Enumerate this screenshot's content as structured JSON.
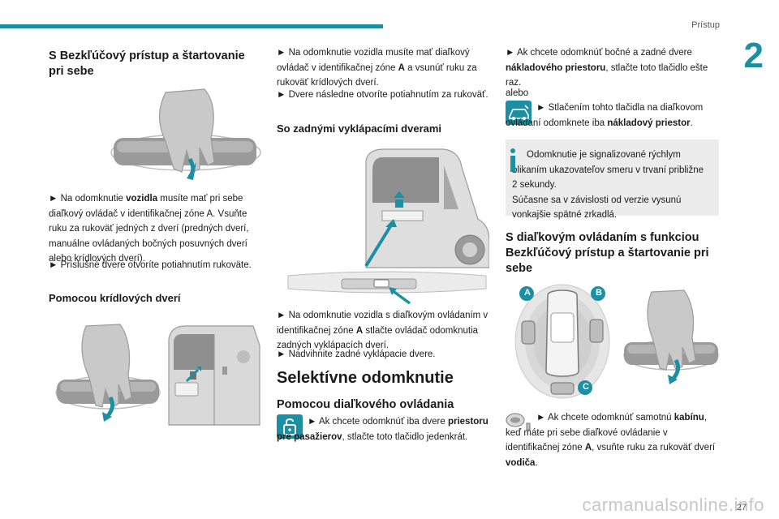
{
  "header": {
    "section": "Prístup",
    "chapter": "2"
  },
  "footer": {
    "page": "27",
    "watermark": "carmanualsonline.info"
  },
  "col1": {
    "heading": "S Bezkľúčový prístup a štartovanie pri sebe",
    "para1_parts": [
      "► Na odomknutie ",
      "vozidla",
      " musíte mať pri sebe diaľkový ovládač v identifikačnej zóne A. Vsuňte ruku za rukoväť jedných z dverí (predných dverí, manuálne ovládaných bočných posuvných dverí alebo krídlových dverí)."
    ],
    "para2": "► Príslušné dvere otvoríte potiahnutím rukoväte.",
    "subhead": "Pomocou krídlových dverí"
  },
  "col2": {
    "para1_parts": [
      "► Na odomknutie vozidla musíte mať diaľkový ovládač v identifikačnej zóne ",
      "A",
      " a vsunúť ruku za rukoväť krídlových dverí."
    ],
    "para2": "► Dvere následne otvoríte potiahnutím za rukoväť.",
    "subhead": "So zadnými vyklápacími dverami",
    "para3_parts": [
      "► Na odomknutie vozidla s diaľkovým ovládaním v identifikačnej zóne ",
      "A",
      " stlačte ovládač odomknutia zadných vyklápacích dverí."
    ],
    "para4": "► Nadvihnite zadné vyklápacie dvere.",
    "big_heading": "Selektívne odomknutie",
    "subhead2": "Pomocou diaľkového ovládania",
    "para5_parts": [
      "► Ak chcete odomknúť iba dvere ",
      "priestoru pre pasažierov",
      ", stlačte toto tlačidlo jedenkrát."
    ]
  },
  "col3": {
    "para1_parts": [
      "► Ak chcete odomknúť bočné a zadné dvere ",
      "nákladového priestoru",
      ", stlačte toto tlačidlo ešte raz."
    ],
    "alebo": "alebo",
    "para2_parts": [
      "► Stlačením tohto tlačidla na diaľkovom ovládaní odomknete iba ",
      "nákladový priestor",
      "."
    ],
    "info_line1": "Odomknutie je signalizované rýchlym blikaním ukazovateľov smeru v trvaní približne 2 sekundy.",
    "info_line2": "Súčasne sa v závislosti od verzie vysunú vonkajšie spätné zrkadlá.",
    "heading": "S diaľkovým ovládaním s funkciou Bezkľúčový prístup a štartovanie pri sebe",
    "zone_labels": [
      "A",
      "B",
      "C"
    ],
    "para3_parts": [
      "► Ak chcete odomknúť samotnú ",
      "kabínu",
      ", keď máte pri sebe diaľkové ovládanie v identifikačnej zóne ",
      "A",
      ", vsuňte ruku za rukoväť dverí ",
      "vodiča",
      "."
    ]
  },
  "colors": {
    "accent": "#1c8fa3",
    "info_bg": "#ececec",
    "icon_bg": "#1c8fa3"
  },
  "icons": [
    "lock-open-icon",
    "van-rear-icon",
    "info-icon",
    "key-fob-icon",
    "hand-icon"
  ]
}
